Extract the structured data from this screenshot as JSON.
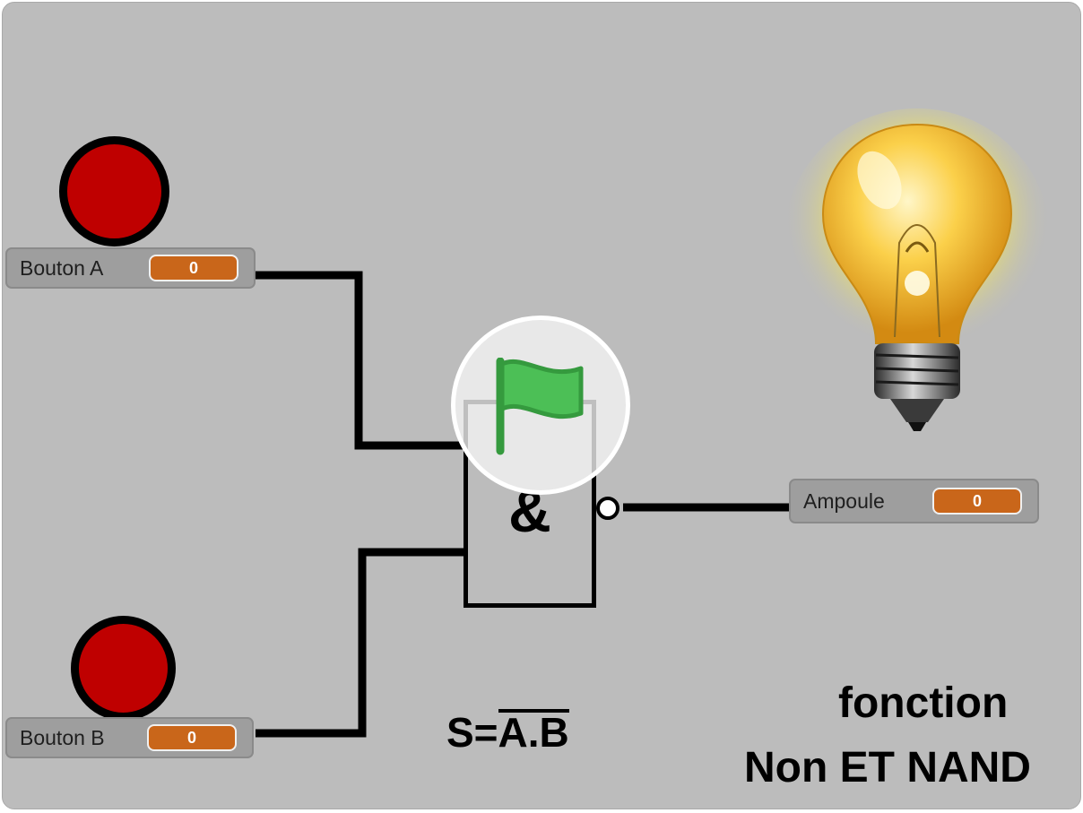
{
  "buttons": [
    {
      "label": "Bouton A",
      "value": "0"
    },
    {
      "label": "Bouton B",
      "value": "0"
    }
  ],
  "output": {
    "label": "Ampoule",
    "value": "0"
  },
  "gate": {
    "symbol": "&"
  },
  "formula": {
    "prefix": "S=",
    "negated": "A.B"
  },
  "caption": {
    "line1": "fonction",
    "line2": "Non ET NAND"
  },
  "colors": {
    "stage_background": "#bcbcbc",
    "button_red": "#bf0000",
    "monitor_value": "#c9661a",
    "flag_green": "#4cbf56"
  },
  "icons": {
    "start": "green-flag-icon",
    "lamp": "light-bulb-icon"
  }
}
